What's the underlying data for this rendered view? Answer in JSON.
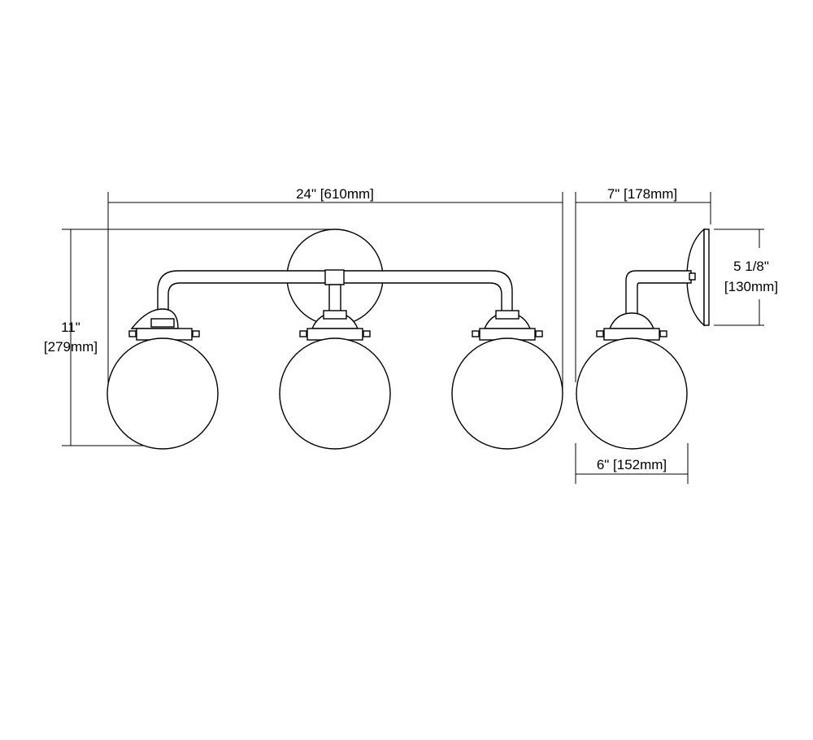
{
  "diagram": {
    "front_view": {
      "width_label": "24\" [610mm]",
      "height_label_line1": "11\"",
      "height_label_line2": "[279mm]"
    },
    "side_view": {
      "depth_label": "7\" [178mm]",
      "backplate_label_line1": "5 1/8\"",
      "backplate_label_line2": "[130mm]",
      "globe_label": "6\" [152mm]"
    }
  }
}
